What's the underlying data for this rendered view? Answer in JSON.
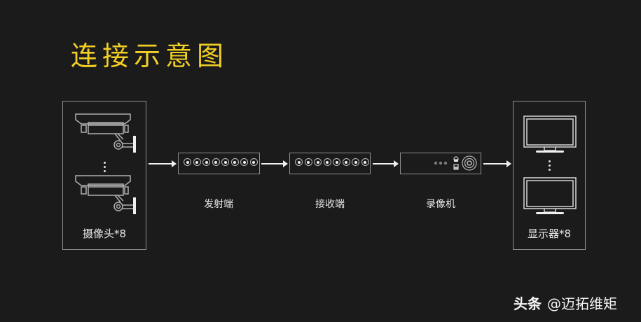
{
  "title": "连接示意图",
  "colors": {
    "background": "#1b1b1b",
    "title": "#f2cf25",
    "line": "#8f8f8f",
    "text": "#e8e8e8"
  },
  "nodes": [
    {
      "id": "cameras",
      "label": "摄像头*8",
      "icon": "cctv-camera-icon",
      "count": 8
    },
    {
      "id": "transmitter",
      "label": "发射端",
      "icon": "bnc-port-strip",
      "ports": 8
    },
    {
      "id": "receiver",
      "label": "接收端",
      "icon": "bnc-port-strip",
      "ports": 8
    },
    {
      "id": "dvr",
      "label": "录像机",
      "icon": "dvr-icon"
    },
    {
      "id": "monitors",
      "label": "显示器*8",
      "icon": "monitor-icon",
      "count": 8
    }
  ],
  "edges": [
    {
      "from": "cameras",
      "to": "transmitter"
    },
    {
      "from": "transmitter",
      "to": "receiver"
    },
    {
      "from": "receiver",
      "to": "dvr"
    },
    {
      "from": "dvr",
      "to": "monitors"
    }
  ],
  "watermark": {
    "brand": "头条",
    "handle": "@迈拓维矩"
  }
}
